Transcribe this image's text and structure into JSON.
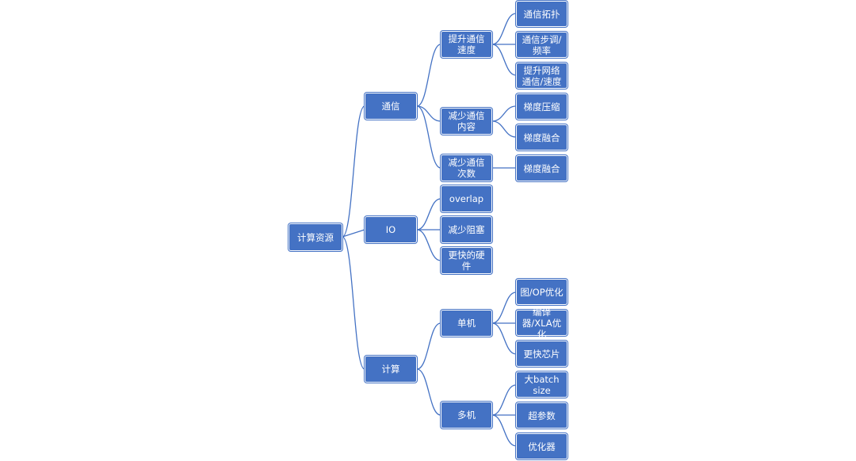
{
  "tree": {
    "root": "计算资源",
    "branches": [
      {
        "label": "通信",
        "children": [
          {
            "label": "提升通信速度",
            "children": [
              "通信拓扑",
              "通信步调/频率",
              "提升网络通信/速度"
            ]
          },
          {
            "label": "减少通信内容",
            "children": [
              "梯度压缩",
              "梯度融合"
            ]
          },
          {
            "label": "减少通信次数",
            "children": [
              "梯度融合"
            ]
          }
        ]
      },
      {
        "label": "IO",
        "children": [
          {
            "label": "overlap",
            "children": []
          },
          {
            "label": "减少阻塞",
            "children": []
          },
          {
            "label": "更快的硬件",
            "children": []
          }
        ]
      },
      {
        "label": "计算",
        "children": [
          {
            "label": "单机",
            "children": [
              "图/OP优化",
              "编译器/XLA优化",
              "更快芯片"
            ]
          },
          {
            "label": "多机",
            "children": [
              "大batch size",
              "超参数",
              "优化器"
            ]
          }
        ]
      }
    ]
  }
}
